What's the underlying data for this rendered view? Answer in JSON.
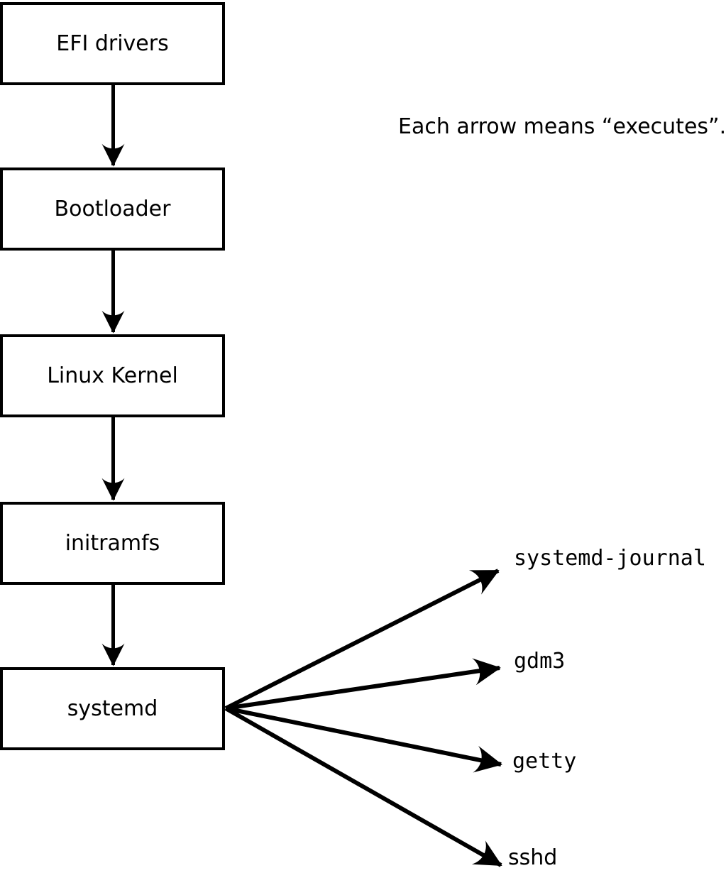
{
  "diagram": {
    "note": "Each arrow means “executes”.",
    "chain": [
      {
        "label": "EFI drivers"
      },
      {
        "label": "Bootloader"
      },
      {
        "label": "Linux Kernel"
      },
      {
        "label": "initramfs"
      },
      {
        "label": "systemd"
      }
    ],
    "targets": [
      {
        "label": "systemd-journal"
      },
      {
        "label": "gdm3"
      },
      {
        "label": "getty"
      },
      {
        "label": "sshd"
      }
    ],
    "colors": {
      "ink": "#000000",
      "background": "#ffffff",
      "box_fill": "#ffffff"
    }
  }
}
